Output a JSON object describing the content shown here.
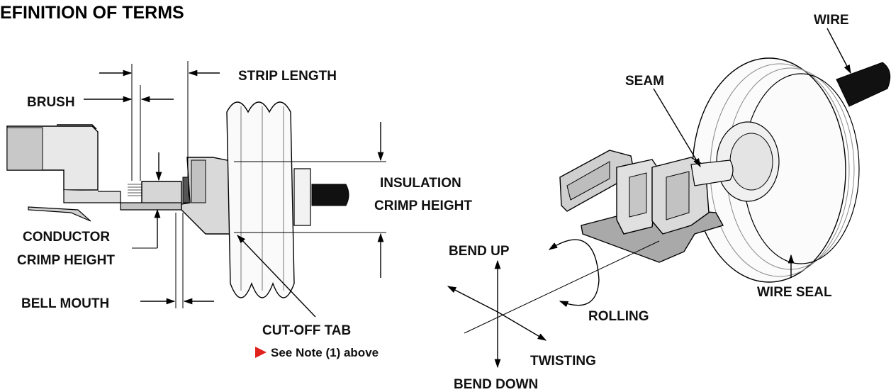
{
  "title": "EFINITION OF TERMS",
  "labels": {
    "strip_length": "STRIP LENGTH",
    "brush": "BRUSH",
    "insulation_line1": "INSULATION",
    "insulation_line2": "CRIMP HEIGHT",
    "conductor_line1": "CONDUCTOR",
    "conductor_line2": "CRIMP HEIGHT",
    "bell_mouth": "BELL MOUTH",
    "cutoff_tab": "CUT-OFF TAB",
    "note": "See Note (1) above",
    "seam": "SEAM",
    "wire": "WIRE",
    "wire_seal": "WIRE SEAL",
    "bend_up": "BEND UP",
    "bend_down": "BEND DOWN",
    "rolling": "ROLLING",
    "twisting": "TWISTING"
  },
  "colors": {
    "note_marker": "#e0201a",
    "part_fill": "#d9d9d9",
    "cable": "#111111"
  },
  "icons": {
    "note_marker": "red-triangle-pointer"
  }
}
